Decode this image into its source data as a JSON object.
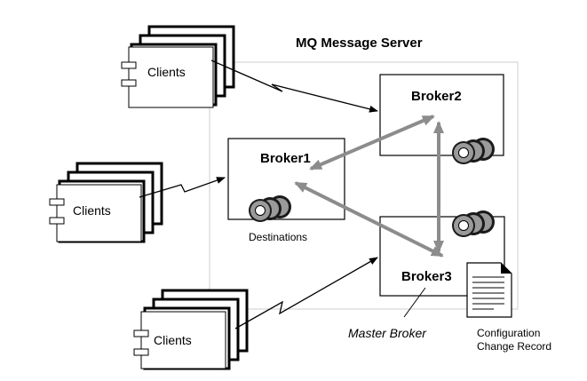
{
  "server": {
    "title": "MQ Message Server"
  },
  "clients": [
    {
      "label": "Clients"
    },
    {
      "label": "Clients"
    },
    {
      "label": "Clients"
    }
  ],
  "brokers": [
    {
      "label": "Broker1"
    },
    {
      "label": "Broker2"
    },
    {
      "label": "Broker3"
    }
  ],
  "annotations": {
    "destinations": "Destinations",
    "master_broker": "Master Broker",
    "config_line1": "Configuration",
    "config_line2": "Change Record"
  },
  "colors": {
    "server_outline": "#cccccc",
    "link_arrows": "#8c8c8c",
    "disk": "#9a9a9a"
  }
}
